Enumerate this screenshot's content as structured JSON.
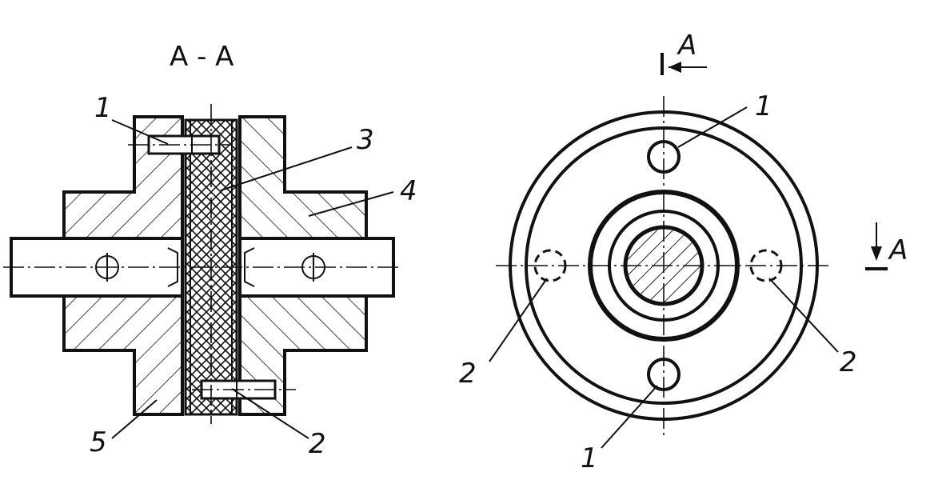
{
  "section_view": {
    "title": "A - A",
    "callouts": [
      {
        "id": "c1",
        "text": "1"
      },
      {
        "id": "c2",
        "text": "2"
      },
      {
        "id": "c3",
        "text": "3"
      },
      {
        "id": "c4",
        "text": "4"
      },
      {
        "id": "c5",
        "text": "5"
      }
    ]
  },
  "end_view": {
    "section_marker_top": "A",
    "section_marker_right": "A",
    "callouts": [
      {
        "id": "top1",
        "text": "1"
      },
      {
        "id": "bottom1",
        "text": "1"
      },
      {
        "id": "left2",
        "text": "2"
      },
      {
        "id": "right2",
        "text": "2"
      }
    ]
  }
}
